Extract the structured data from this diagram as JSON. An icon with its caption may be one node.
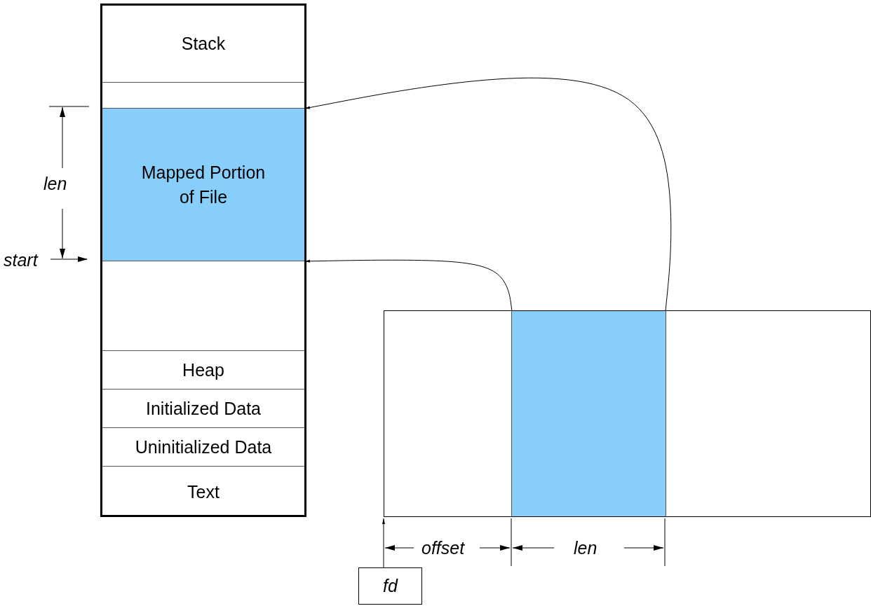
{
  "diagram": {
    "nodes": [
      {
        "text": [],
        "shape": "box"
      },
      {
        "text": [
          "Stack"
        ],
        "in": 0
      },
      {
        "text": [],
        "shape": "box",
        "in": 0
      },
      {
        "text": [
          "Mapped Portion of File"
        ],
        "in": 0
      },
      {
        "text": [],
        "shape": "box",
        "in": 0
      },
      {
        "text": [
          "Heap"
        ],
        "in": 0
      },
      {
        "text": [
          "Initialized Data"
        ],
        "in": 0
      },
      {
        "text": [
          "Uninitialized Data"
        ],
        "in": 0
      },
      {
        "text": [
          "Text"
        ],
        "in": 0
      },
      {
        "text": [],
        "shape": "box"
      },
      {
        "text": [],
        "shape": "box",
        "in": 9
      },
      {
        "text": [],
        "shape": "box",
        "in": 9
      },
      {
        "text": [],
        "shape": "box",
        "in": 9
      },
      {
        "text": [
          "fd"
        ]
      }
    ],
    "edges": [
      {
        "from": 11,
        "to": 3,
        "arrow": "to"
      },
      {
        "from": 11,
        "to": 3,
        "arrow": "to"
      },
      {
        "from": 13,
        "to": 9,
        "arrow": "to"
      }
    ],
    "labels": [
      "len",
      "start",
      "offset",
      "len"
    ]
  }
}
